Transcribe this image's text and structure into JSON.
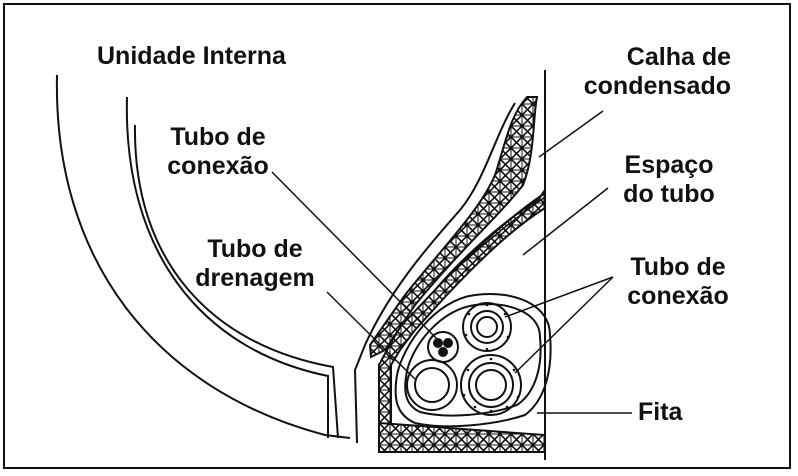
{
  "labels": {
    "unidade_interna": "Unidade Interna",
    "calha_line1": "Calha de",
    "calha_line2": "condensado",
    "tubo_conexao_left_line1": "Tubo de",
    "tubo_conexao_left_line2": "conexão",
    "espaco_line1": "Espaço",
    "espaco_line2": "do tubo",
    "tubo_drenagem_line1": "Tubo de",
    "tubo_drenagem_line2": "drenagem",
    "tubo_conexao_right_line1": "Tubo de",
    "tubo_conexao_right_line2": "conexão",
    "fita": "Fita"
  },
  "colors": {
    "ink": "#111111",
    "background": "#ffffff"
  }
}
